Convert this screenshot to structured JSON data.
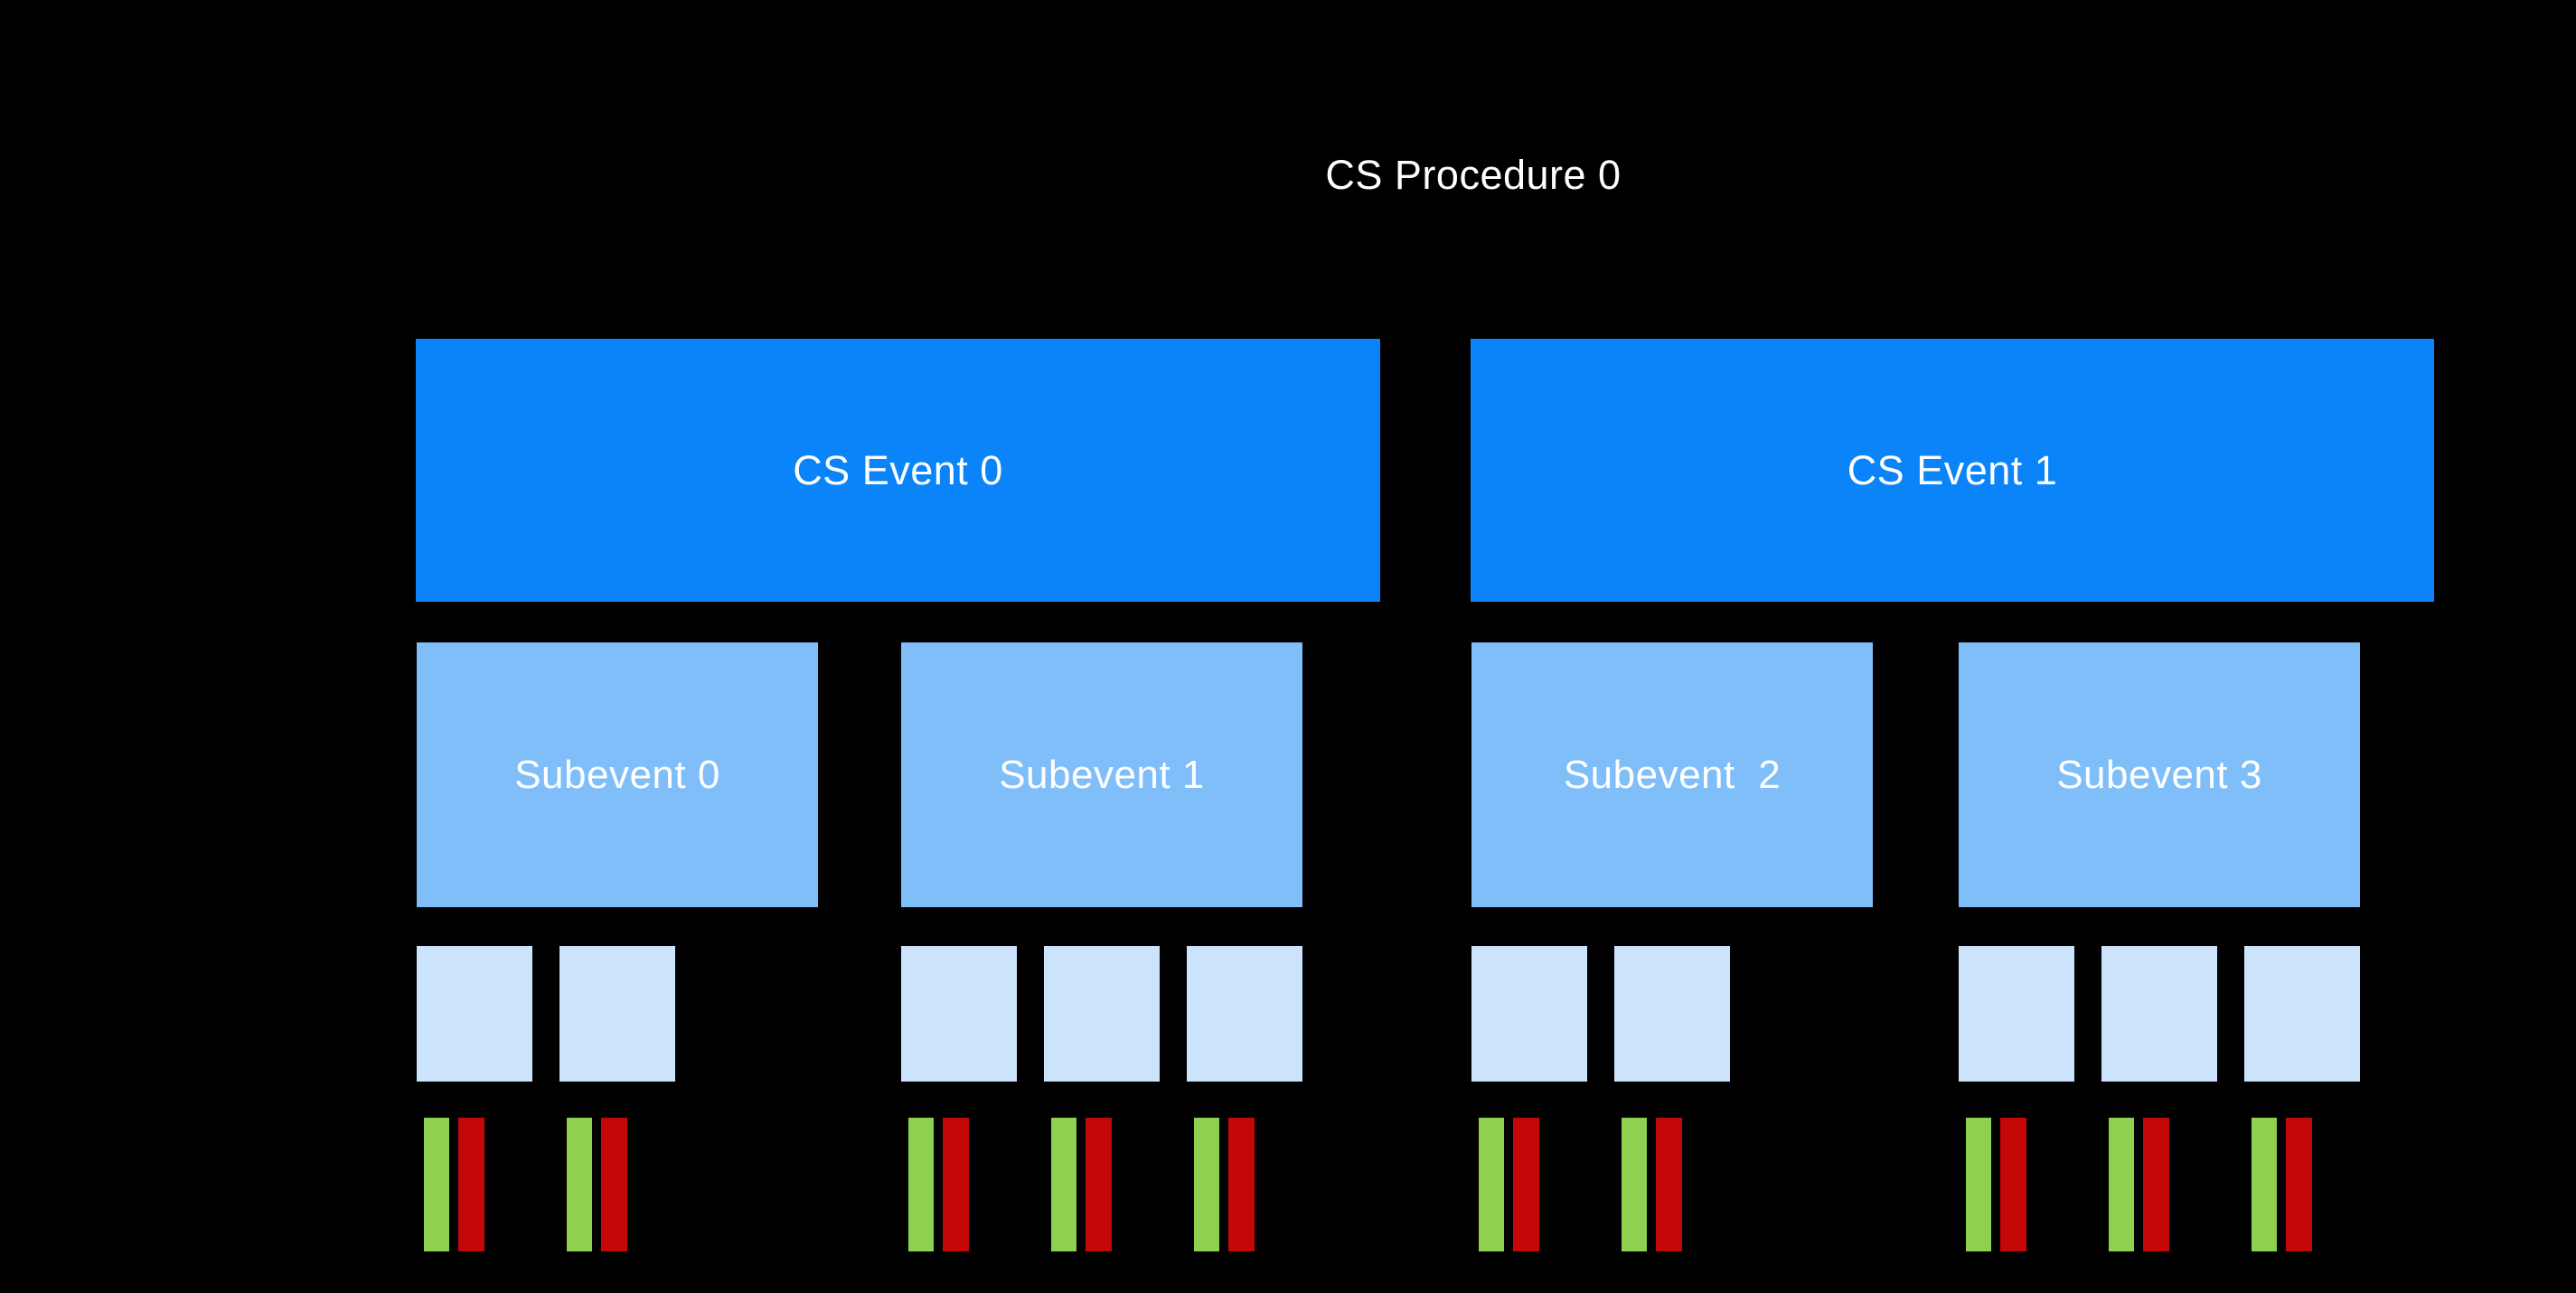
{
  "procedure": {
    "label": "CS Procedure 0"
  },
  "events": [
    {
      "label": "CS Event 0"
    },
    {
      "label": "CS Event 1"
    }
  ],
  "subevents": [
    {
      "label": "Subevent 0",
      "parent_event": 0,
      "slots": 2
    },
    {
      "label": "Subevent 1",
      "parent_event": 0,
      "slots": 3
    },
    {
      "label": "Subevent  2",
      "parent_event": 1,
      "slots": 2
    },
    {
      "label": "Subevent 3",
      "parent_event": 1,
      "slots": 3
    }
  ],
  "bars_per_slot": [
    "green",
    "red"
  ],
  "colors": {
    "background": "#000000",
    "event": "#0a84f8",
    "subevent": "#7fbef9",
    "slot": "#cce4fb",
    "bar_green": "#8ed050",
    "bar_red": "#c40808",
    "text": "#ffffff"
  }
}
